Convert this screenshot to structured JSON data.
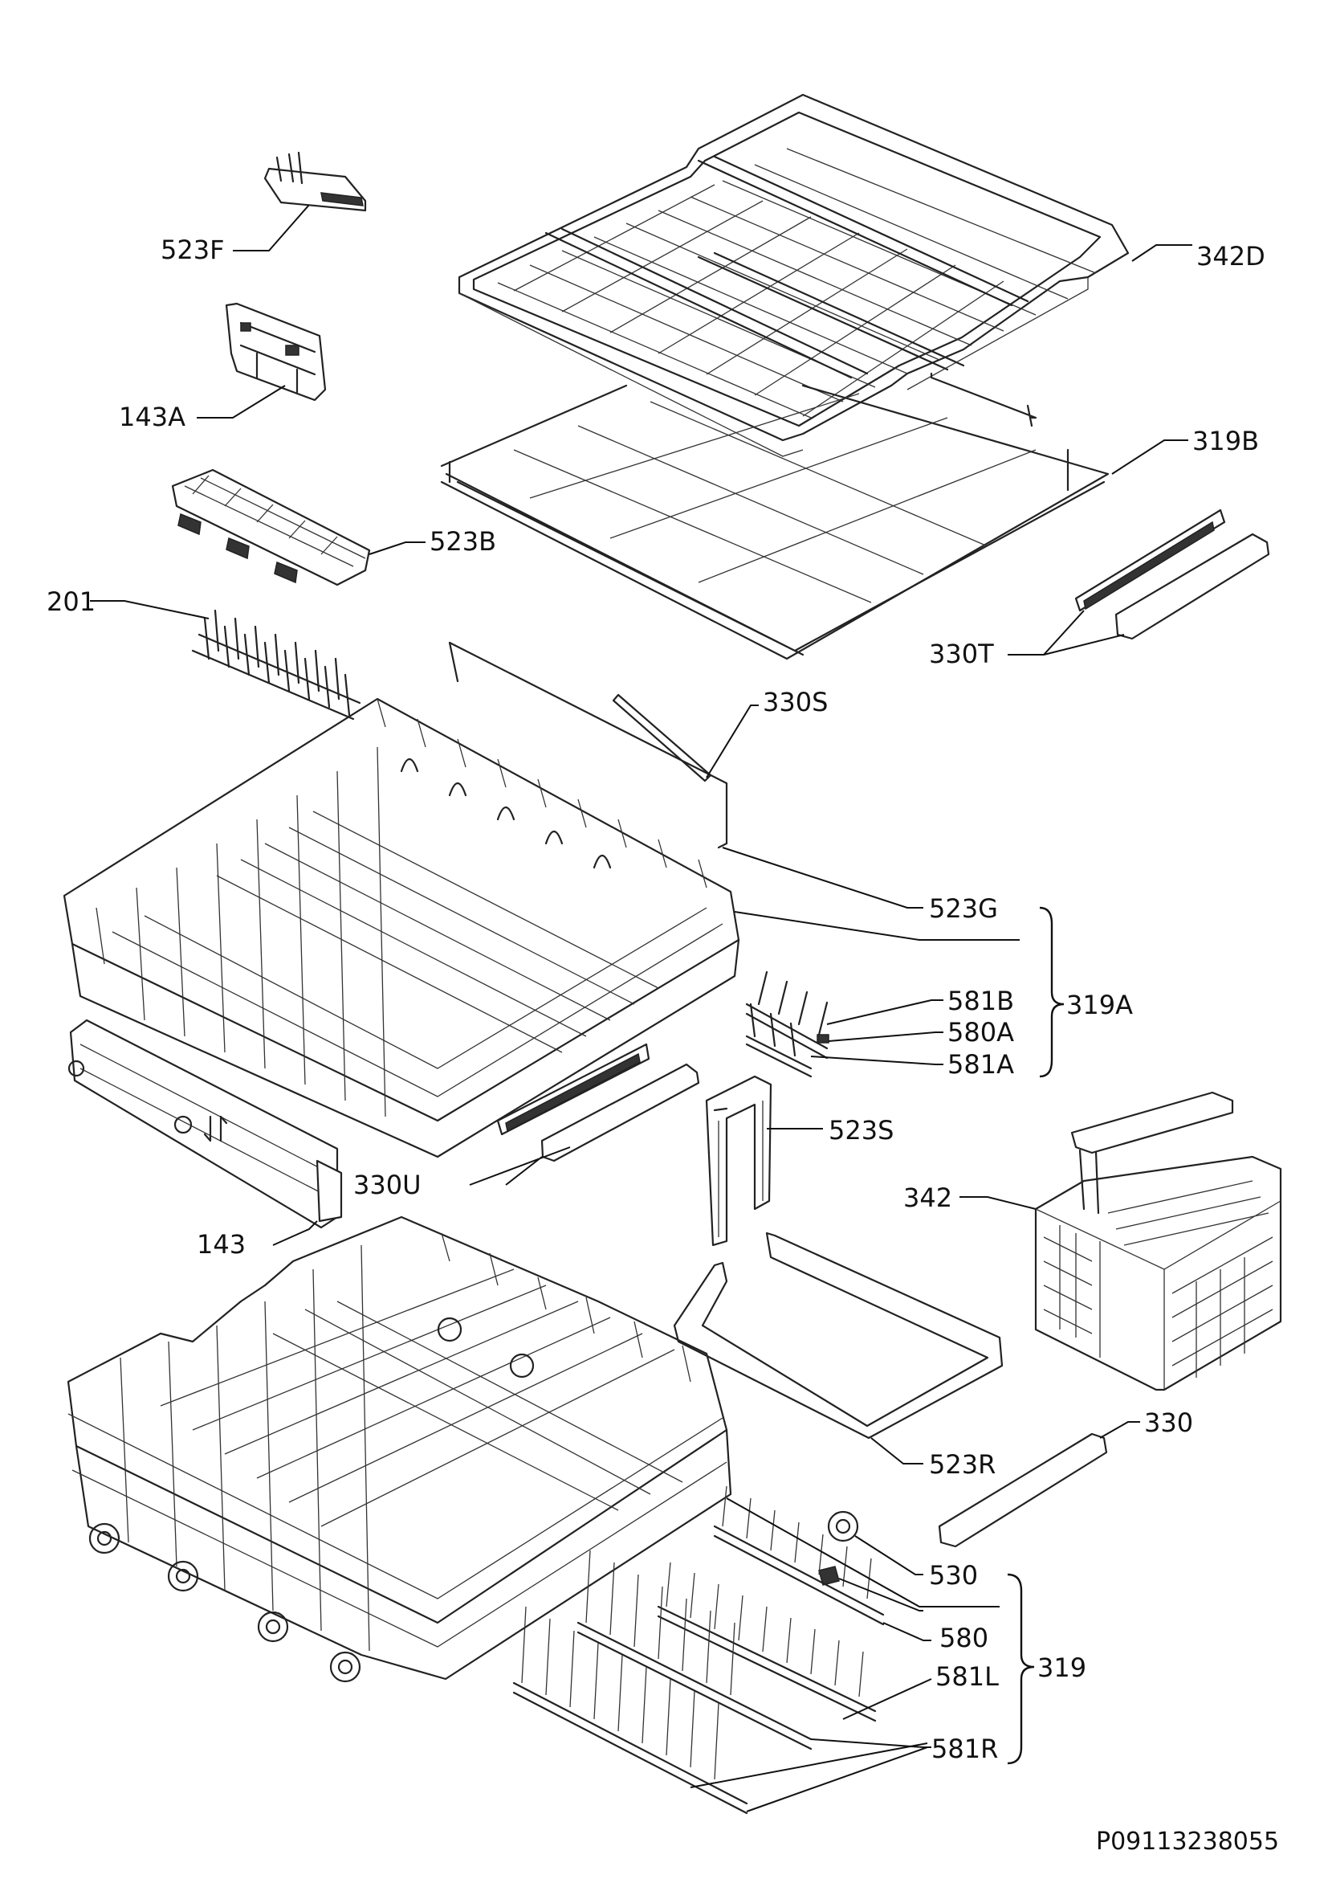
{
  "drawing_ref": "P09113238055",
  "labels": {
    "l523F": "523F",
    "l342D": "342D",
    "l143A": "143A",
    "l319B": "319B",
    "l523B": "523B",
    "l201": "201",
    "l330T": "330T",
    "l330S": "330S",
    "l523G": "523G",
    "l581B": "581B",
    "l580A": "580A",
    "l581A": "581A",
    "l319A": "319A",
    "l523S": "523S",
    "l330U": "330U",
    "l342": "342",
    "l143": "143",
    "l330": "330",
    "l523R": "523R",
    "l530": "530",
    "l580": "580",
    "l581L": "581L",
    "l581R": "581R",
    "l319": "319"
  }
}
